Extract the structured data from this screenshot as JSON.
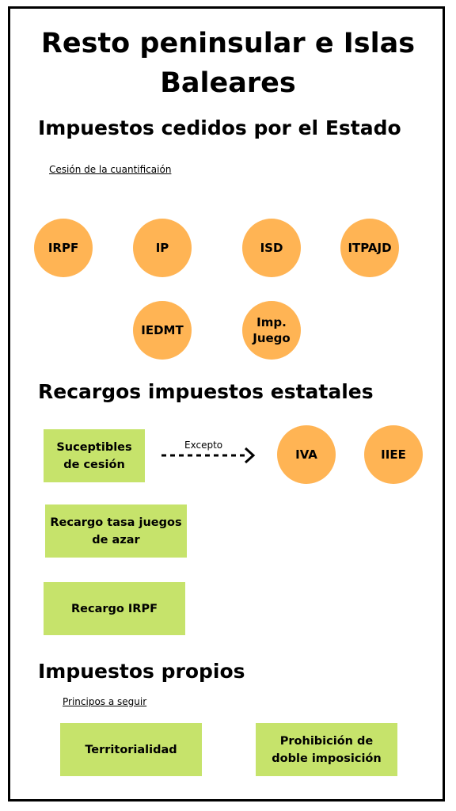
{
  "title": "Resto peninsular e Islas Baleares",
  "section1": {
    "heading": "Impuestos cedidos por el Estado",
    "note": "Cesión de la cuantificaión",
    "taxes": [
      "IRPF",
      "IP",
      "ISD",
      "ITPAJD",
      "IEDMT",
      "Imp. Juego"
    ]
  },
  "section2": {
    "heading": "Recargos impuestos estatales",
    "box_susceptibles": "Suceptibles de cesión",
    "arrow_label": "Excepto",
    "exceptions": [
      "IVA",
      "IIEE"
    ],
    "box_juegos": "Recargo tasa juegos de azar",
    "box_irpf": "Recargo IRPF"
  },
  "section3": {
    "heading": "Impuestos propios",
    "note": "Principos a seguir",
    "box_territorialidad": "Territorialidad",
    "box_doble": "Prohibición de doble imposición"
  },
  "colors": {
    "circle": "#ffb454",
    "box": "#c6e36b",
    "border": "#000000"
  }
}
